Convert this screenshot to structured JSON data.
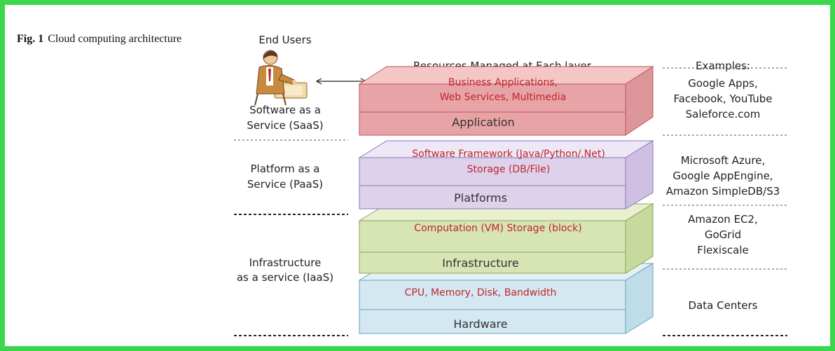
{
  "figure": {
    "number": "Fig. 1",
    "caption": "Cloud computing architecture"
  },
  "left": {
    "end_users": "End Users",
    "saas": [
      "Software as a",
      "Service (SaaS)"
    ],
    "paas": [
      "Platform as a",
      "Service (PaaS)"
    ],
    "iaas": [
      "Infrastructure",
      "as a service (IaaS)"
    ]
  },
  "header": {
    "resources": "Resources Managed at Each layer",
    "examples": "Examples:"
  },
  "layers": [
    {
      "name": "Application",
      "resources": [
        "Business Applications,",
        "Web Services,  Multimedia"
      ],
      "colors": {
        "top": "#f4c6c6",
        "front": "#e8a3a6",
        "side": "#dc9598",
        "stroke": "#b8575c"
      }
    },
    {
      "name": "Platforms",
      "resources": [
        "Software Framework (Java/Python/.Net)",
        "Storage (DB/File)"
      ],
      "colors": {
        "top": "#ede7f6",
        "front": "#ddd1ec",
        "side": "#cfc0e3",
        "stroke": "#8a77b5"
      }
    },
    {
      "name": "Infrastructure",
      "resources": [
        "Computation (VM)  Storage (block)"
      ],
      "colors": {
        "top": "#e8f0cf",
        "front": "#d7e4b3",
        "side": "#c8d99d",
        "stroke": "#8ea55a"
      }
    },
    {
      "name": "Hardware",
      "resources": [
        "CPU, Memory, Disk, Bandwidth"
      ],
      "colors": {
        "top": "#e1f0f6",
        "front": "#d3e8f0",
        "side": "#bfdde8",
        "stroke": "#6aa2b8"
      }
    }
  ],
  "examples": [
    [
      "Google Apps,",
      "Facebook, YouTube",
      "Saleforce.com"
    ],
    [
      "Microsoft Azure,",
      "Google AppEngine,",
      "Amazon SimpleDB/S3"
    ],
    [
      "Amazon EC2,",
      "GoGrid",
      "Flexiscale"
    ],
    [
      "Data Centers"
    ]
  ]
}
